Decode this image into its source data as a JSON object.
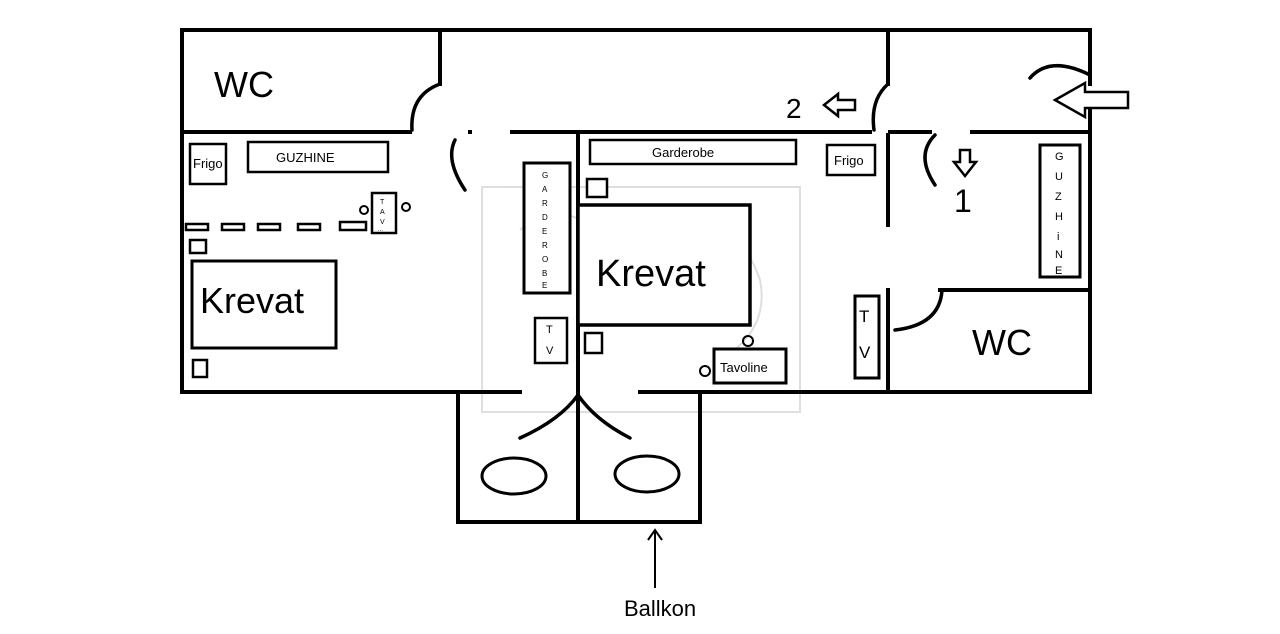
{
  "rooms": {
    "wc_left": "WC",
    "wc_right": "WC",
    "bed_left": "Krevat",
    "bed_middle": "Krevat",
    "kitchen_left": "GUZHINE",
    "kitchen_right_vertical": [
      "G",
      "U",
      "Z",
      "H",
      "i",
      "N",
      "E"
    ],
    "fridge_left": "Frigo",
    "fridge_right": "Frigo",
    "wardrobe_top": "Garderobe",
    "wardrobe_vertical": [
      "G",
      "A",
      "R",
      "D",
      "E",
      "R",
      "O",
      "B",
      "E"
    ],
    "table_vertical": [
      "T",
      "A",
      "V",
      "..."
    ],
    "tv_middle": [
      "T",
      "V"
    ],
    "tv_right": [
      "T",
      "V"
    ],
    "table_label": "Tavoline"
  },
  "markers": {
    "entrance_1": "1",
    "entrance_2": "2"
  },
  "balcony_label": "Ballkon"
}
